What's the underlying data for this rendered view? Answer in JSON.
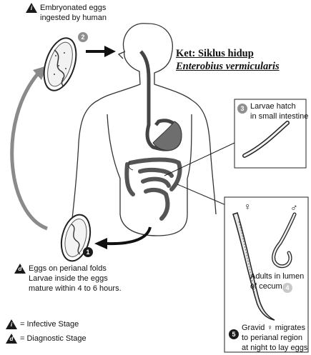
{
  "title": {
    "line1": "Ket: Siklus hidup",
    "line2": "Enterobius vermicularis"
  },
  "steps": {
    "s1": {
      "number": "1",
      "lines": [
        "Eggs on perianal folds",
        "Larvae inside the eggs",
        "mature within 4 to 6 hours."
      ],
      "stage_mark": "d"
    },
    "s2": {
      "number": "2",
      "lines": [
        "Embryonated eggs",
        "ingested by human"
      ],
      "stage_mark": "i"
    },
    "s3": {
      "number": "3",
      "lines": [
        "Larvae hatch",
        "in small intestine"
      ]
    },
    "s4": {
      "number": "4",
      "lines": [
        "Adults in lumen",
        "of cecum"
      ]
    },
    "s5": {
      "number": "5",
      "lines": [
        "Gravid ♀ migrates",
        "to perianal region",
        "at night to lay eggs"
      ]
    }
  },
  "sex_symbols": {
    "female": "♀",
    "male": "♂"
  },
  "legend": {
    "infective": {
      "mark": "i",
      "text": "= Infective Stage"
    },
    "diagnostic": {
      "mark": "d",
      "text": "= Diagnostic Stage"
    }
  },
  "colors": {
    "dark_badge": "#1a1a1a",
    "gray_badge": "#8f8f8f",
    "light_badge": "#c9c9c9",
    "cycle_arrow": "#8a8a8a",
    "gut_tract": "#6e6e6e"
  }
}
